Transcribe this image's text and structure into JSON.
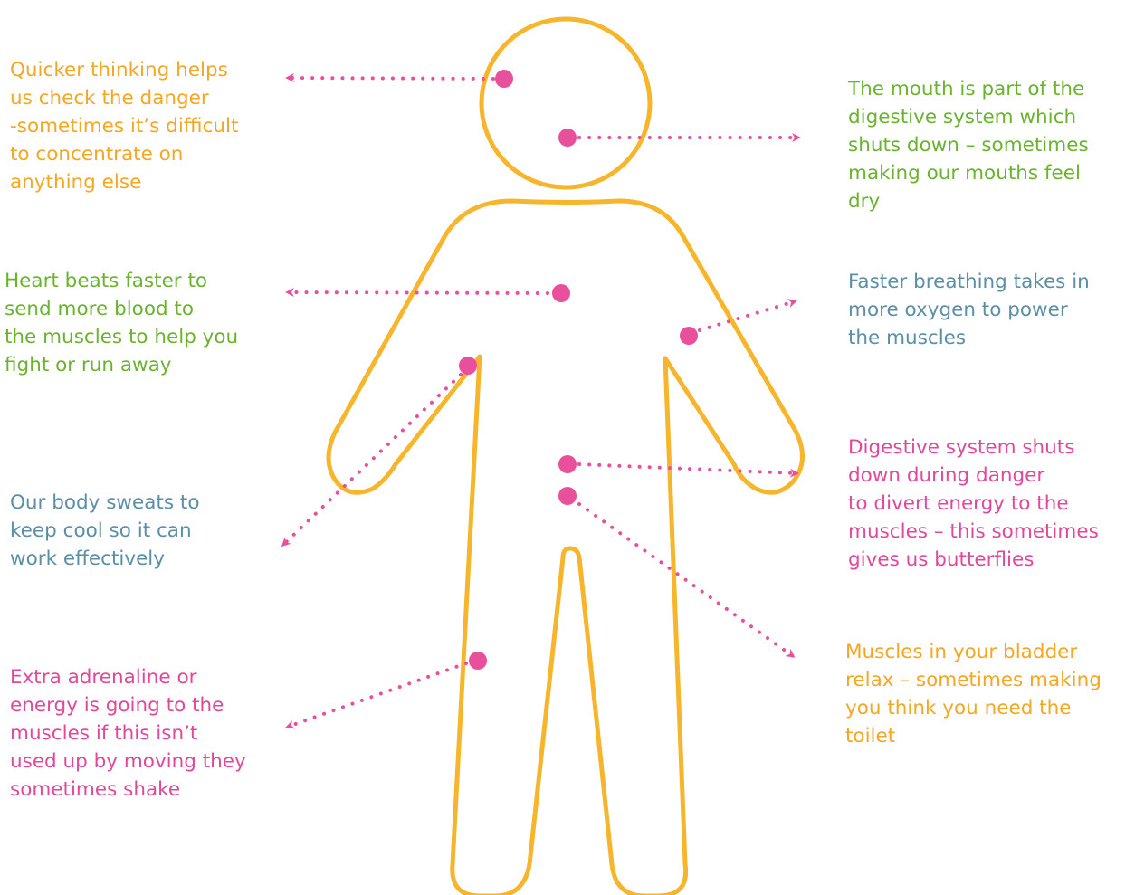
{
  "colors": {
    "outline": "#f7b52c",
    "connector": "#e8509b",
    "orange": "#f5a623",
    "green": "#6ab42d",
    "blue": "#5a8fa6",
    "pink": "#e2489a"
  },
  "figure": {
    "icon": "person-outline-icon"
  },
  "callouts": {
    "thinking": {
      "color": "orange",
      "lines": [
        "Quicker thinking helps",
        "us check the danger",
        "-sometimes it’s difficult",
        "to concentrate on",
        "anything else"
      ]
    },
    "mouth": {
      "color": "green",
      "lines": [
        "The mouth is part of the",
        "digestive system which",
        "shuts down – sometimes",
        "making our mouths feel",
        "dry"
      ]
    },
    "heart": {
      "color": "green",
      "lines": [
        "Heart beats faster to",
        "send more blood to",
        "the muscles to help you",
        "fight or run away"
      ]
    },
    "breathing": {
      "color": "blue",
      "lines": [
        "Faster breathing takes in",
        "more oxygen to power",
        "the muscles"
      ]
    },
    "sweat": {
      "color": "blue",
      "lines": [
        "Our body sweats to",
        "keep cool so it can",
        "work effectively"
      ]
    },
    "digestive": {
      "color": "pink",
      "lines": [
        "Digestive system shuts",
        "down during danger",
        "to divert energy to the",
        "muscles – this sometimes",
        "gives us butterflies"
      ]
    },
    "adrenaline": {
      "color": "pink",
      "lines": [
        "Extra adrenaline or",
        "energy is going to the",
        "muscles if this isn’t",
        "used up by moving they",
        "sometimes shake"
      ]
    },
    "bladder": {
      "color": "orange",
      "lines": [
        "Muscles in your bladder",
        "relax – sometimes making",
        "you think you need the",
        "toilet"
      ]
    }
  }
}
